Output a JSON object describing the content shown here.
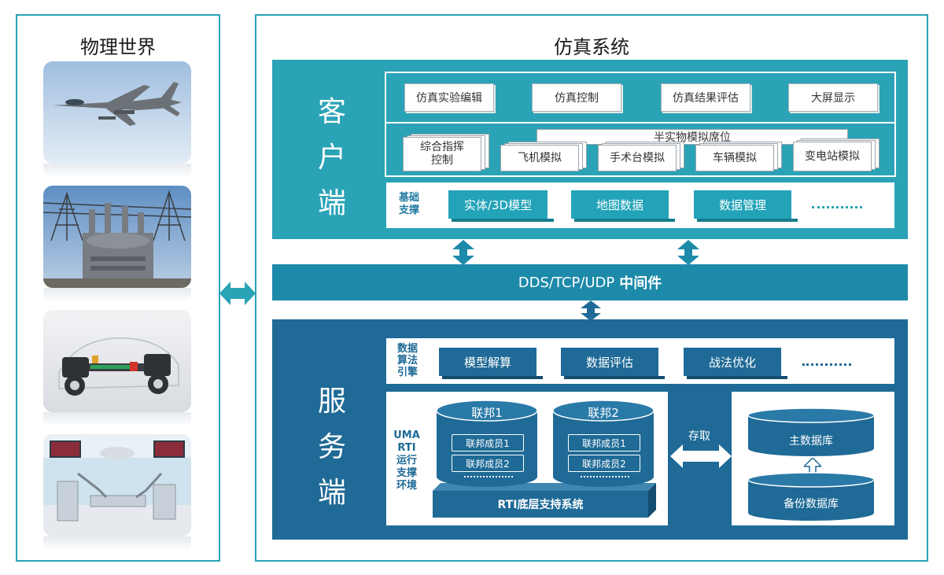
{
  "physical": {
    "title": "物理世界",
    "images": [
      "fighter-jet-photo",
      "substation-transformer-photo",
      "vehicle-chassis-photo",
      "operating-room-photo"
    ]
  },
  "sim": {
    "title": "仿真系统",
    "client": {
      "title": [
        "客",
        "户",
        "端"
      ],
      "row1": [
        "仿真实验编辑",
        "仿真控制",
        "仿真结果评估",
        "大屏显示"
      ],
      "row2_left": [
        "综合指挥",
        "控制"
      ],
      "hil_label": "半实物模拟席位",
      "hil_items": [
        "飞机模拟",
        "手术台模拟",
        "车辆模拟",
        "变电站模拟"
      ],
      "base_label": [
        "基础",
        "支撑"
      ],
      "base_items": [
        "实体/3D模型",
        "地图数据",
        "数据管理"
      ],
      "ellipsis": "……"
    },
    "middleware": {
      "protocols": "DDS/TCP/UDP",
      "name": "中间件"
    },
    "server": {
      "title": [
        "服",
        "务",
        "端"
      ],
      "engine_label": [
        "数据",
        "算法",
        "引擎"
      ],
      "engine_items": [
        "模型解算",
        "数据评估",
        "战法优化"
      ],
      "rti_label": [
        "UMA",
        "RTI",
        "运行",
        "支撑",
        "环境"
      ],
      "federations": [
        {
          "name": "联邦1",
          "members": [
            "联邦成员1",
            "联邦成员2"
          ]
        },
        {
          "name": "联邦2",
          "members": [
            "联邦成员1",
            "联邦成员2"
          ]
        }
      ],
      "rti_base": "RTI底层支持系统",
      "access_label": "存取",
      "main_db": "主数据库",
      "backup_db": "备份数据库"
    }
  },
  "colors": {
    "teal": "#2aa3b6",
    "blue": "#1f6a96",
    "middleware": "#1d8aaa"
  }
}
